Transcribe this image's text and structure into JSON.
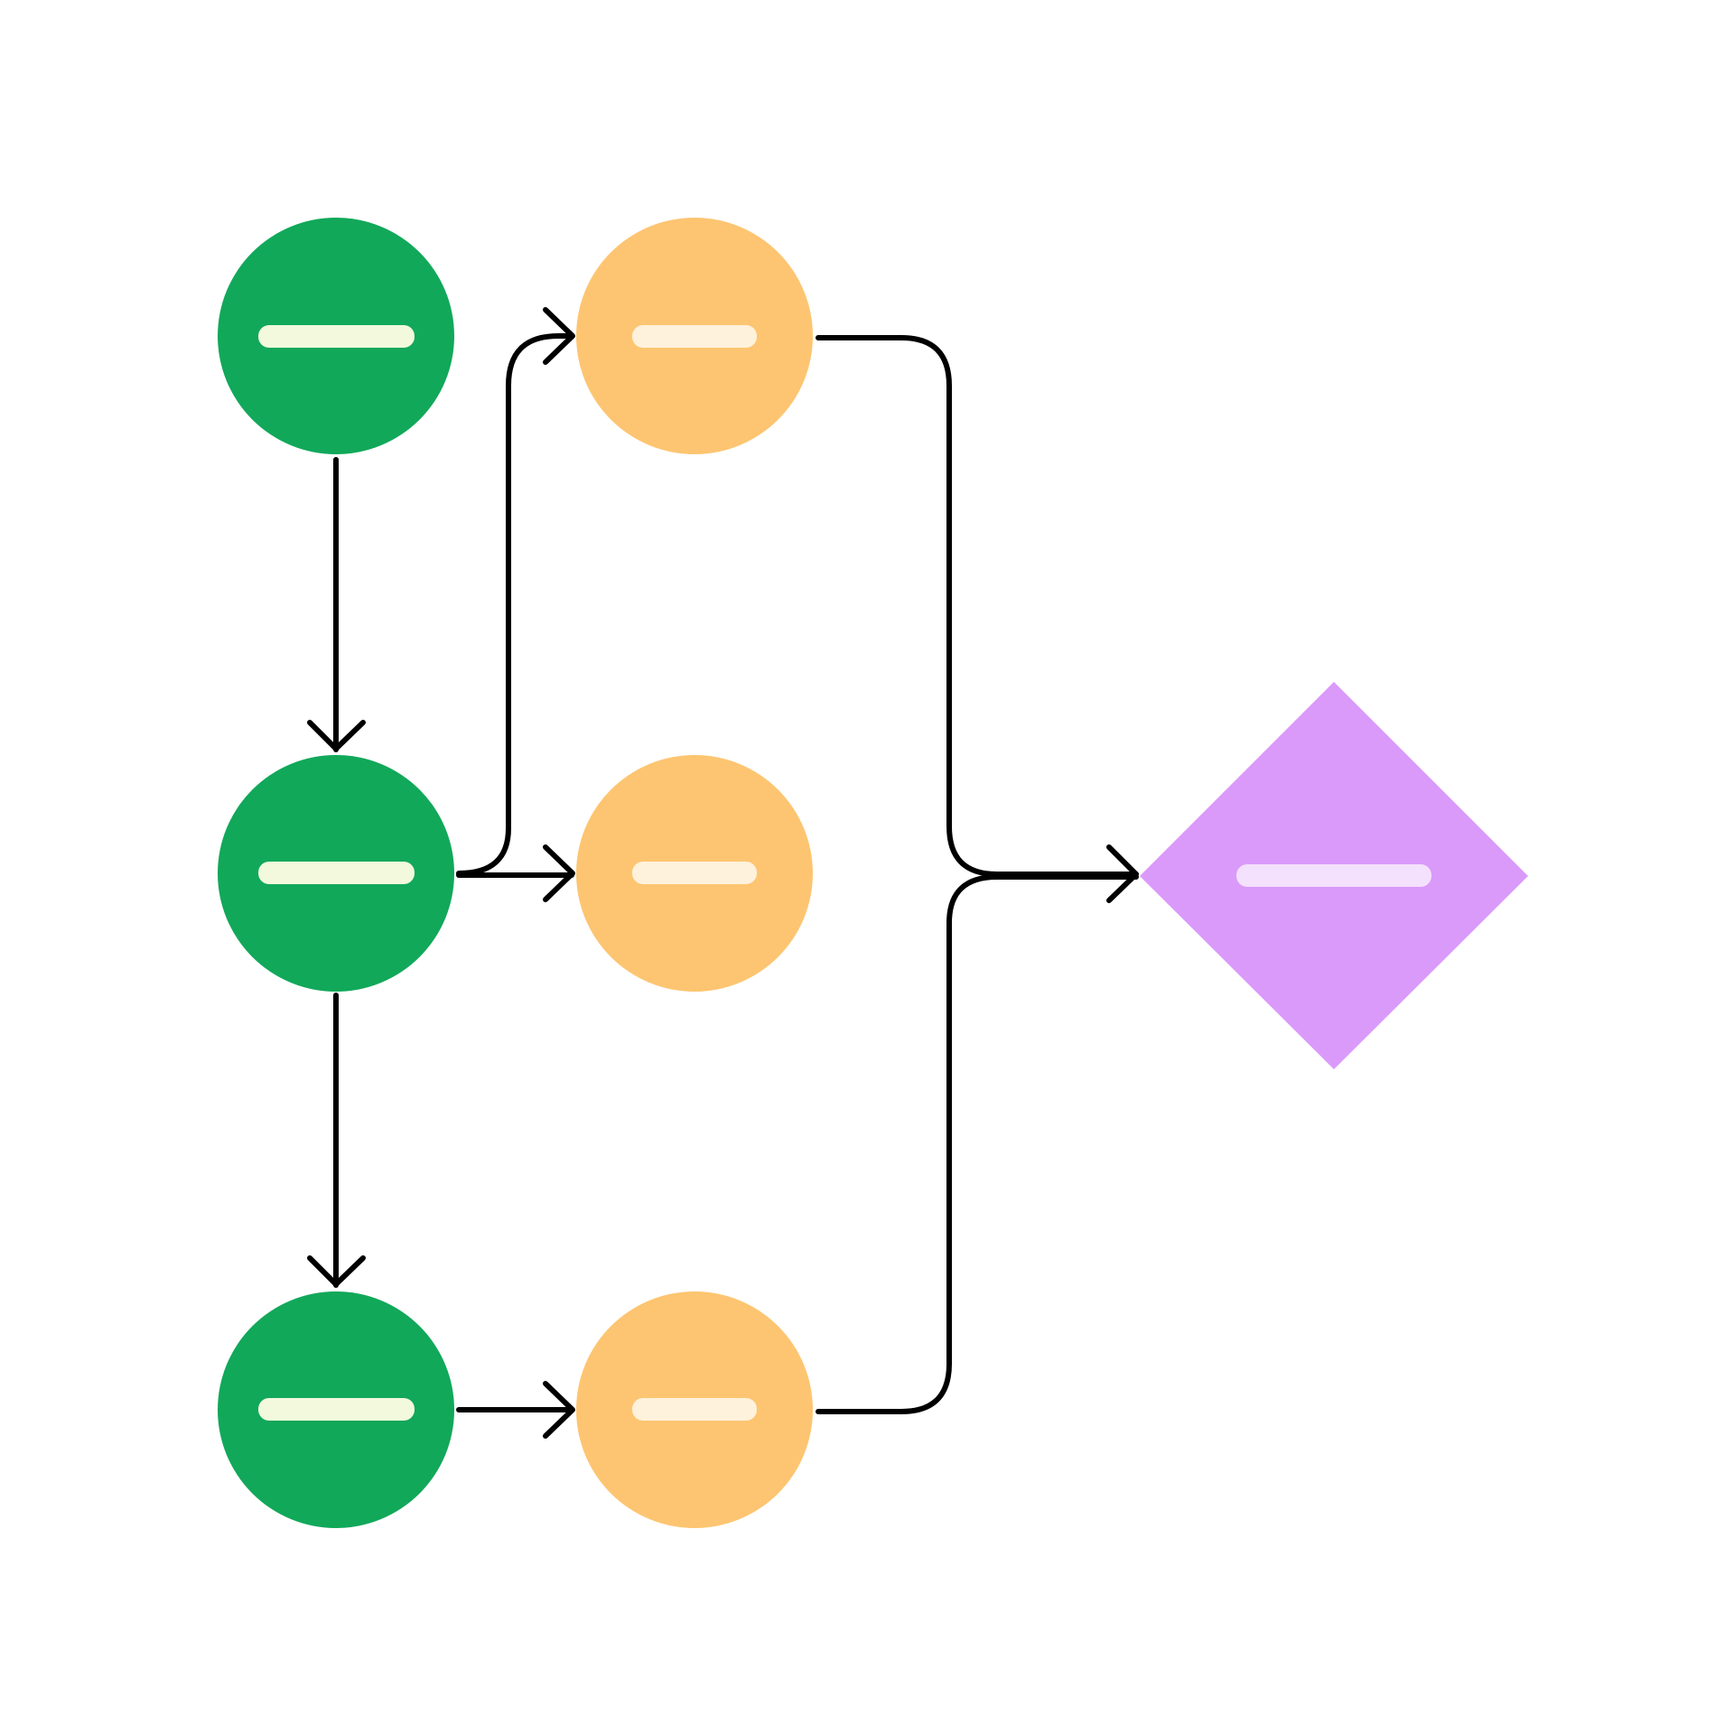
{
  "diagram": {
    "nodes": [
      {
        "id": "green-1",
        "shape": "circle",
        "fill": "#11A85A",
        "placeholder_color": "#F2F9DC",
        "label": ""
      },
      {
        "id": "green-2",
        "shape": "circle",
        "fill": "#11A85A",
        "placeholder_color": "#F2F9DC",
        "label": ""
      },
      {
        "id": "green-3",
        "shape": "circle",
        "fill": "#11A85A",
        "placeholder_color": "#F2F9DC",
        "label": ""
      },
      {
        "id": "orange-1",
        "shape": "circle",
        "fill": "#FDC571",
        "placeholder_color": "#FFF2DC",
        "label": ""
      },
      {
        "id": "orange-2",
        "shape": "circle",
        "fill": "#FDC571",
        "placeholder_color": "#FFF2DC",
        "label": ""
      },
      {
        "id": "orange-3",
        "shape": "circle",
        "fill": "#FDC571",
        "placeholder_color": "#FFF2DC",
        "label": ""
      },
      {
        "id": "purple-diamond",
        "shape": "diamond",
        "fill": "#DA9AFA",
        "placeholder_color": "#F3E1FD",
        "label": ""
      }
    ],
    "edges": [
      {
        "from": "green-1",
        "to": "green-2"
      },
      {
        "from": "green-2",
        "to": "green-3"
      },
      {
        "from": "green-2",
        "to": "orange-1"
      },
      {
        "from": "green-2",
        "to": "orange-2"
      },
      {
        "from": "green-3",
        "to": "orange-3"
      },
      {
        "from": "orange-1",
        "to": "purple-diamond"
      },
      {
        "from": "orange-3",
        "to": "purple-diamond"
      }
    ],
    "line_color": "#000000",
    "background": "#FFFFFF"
  }
}
